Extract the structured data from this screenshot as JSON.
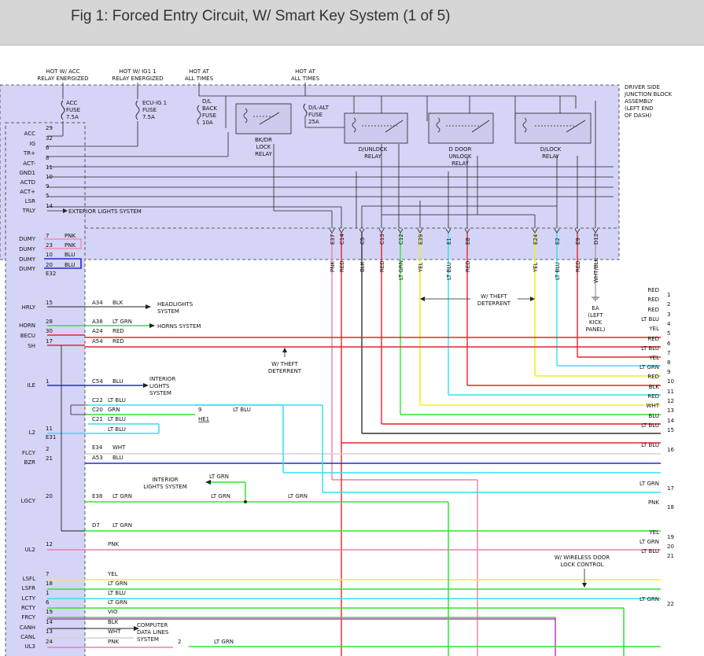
{
  "title": "Fig 1: Forced Entry Circuit, W/ Smart Key System (1 of 5)",
  "header_notes": [
    {
      "id": "acc",
      "lines": [
        "HOT W/ ACC",
        "RELAY ENERGIZED"
      ]
    },
    {
      "id": "ig1",
      "lines": [
        "HOT W/ IG1 1",
        "RELAY ENERGIZED"
      ]
    },
    {
      "id": "hot1",
      "lines": [
        "HOT AT",
        "ALL TIMES"
      ]
    },
    {
      "id": "hot2",
      "lines": [
        "HOT AT",
        "ALL TIMES"
      ]
    }
  ],
  "junction_block": {
    "lines": [
      "DRIVER SIDE",
      "JUNCTION BLOCK",
      "ASSEMBLY",
      "(LEFT END",
      "OF DASH)"
    ]
  },
  "fuses": [
    {
      "id": "acc",
      "lines": [
        "ACC",
        "FUSE",
        "7.5A"
      ]
    },
    {
      "id": "ecu",
      "lines": [
        "ECU-IG 1",
        "FUSE",
        "7.5A"
      ]
    },
    {
      "id": "dl",
      "lines": [
        "D/L",
        "BACK",
        "FUSE",
        "10A"
      ]
    },
    {
      "id": "dlalt",
      "lines": [
        "D/L-ALT",
        "FUSE",
        "25A"
      ]
    }
  ],
  "relays": [
    {
      "id": "bkdr",
      "lines": [
        "BK/DR",
        "LOCK",
        "RELAY"
      ]
    },
    {
      "id": "dunlock",
      "lines": [
        "D/UNLOCK",
        "RELAY"
      ]
    },
    {
      "id": "ddoor",
      "lines": [
        "D DOOR",
        "UNLOCK",
        "RELAY"
      ]
    },
    {
      "id": "dlock",
      "lines": [
        "D/LOCK",
        "RELAY"
      ]
    }
  ],
  "connector_pins": [
    {
      "id": "acc",
      "name": "ACC",
      "pin": "29"
    },
    {
      "id": "ig",
      "name": "IG",
      "pin": "32"
    },
    {
      "id": "tr",
      "name": "TR+",
      "pin": "6"
    },
    {
      "id": "act",
      "name": "ACT-",
      "pin": "8"
    },
    {
      "id": "gnd1",
      "name": "GND1",
      "pin": "11"
    },
    {
      "id": "actd",
      "name": "ACTD",
      "pin": "10"
    },
    {
      "id": "actp",
      "name": "ACT+",
      "pin": "9"
    },
    {
      "id": "lsr",
      "name": "LSR",
      "pin": "5"
    },
    {
      "id": "trly",
      "name": "TRLY",
      "pin": "14"
    },
    {
      "id": "dumy1",
      "name": "DUMY",
      "pin": "7"
    },
    {
      "id": "dumy2",
      "name": "DUMY",
      "pin": "23"
    },
    {
      "id": "dumy3",
      "name": "DUMY",
      "pin": "10"
    },
    {
      "id": "dumy4",
      "name": "DUMY",
      "pin": "20"
    },
    {
      "id": "hrly",
      "name": "HRLY",
      "pin": "15"
    },
    {
      "id": "horn",
      "name": "HORN",
      "pin": "28"
    },
    {
      "id": "becu",
      "name": "BECU",
      "pin": "30"
    },
    {
      "id": "sh",
      "name": "SH",
      "pin": "17"
    },
    {
      "id": "ile",
      "name": "ILE",
      "pin": "1"
    },
    {
      "id": "l2",
      "name": "L2",
      "pin": "11"
    },
    {
      "id": "flcy",
      "name": "FLCY",
      "pin": "2"
    },
    {
      "id": "bzr",
      "name": "BZR",
      "pin": "21"
    },
    {
      "id": "lgcy",
      "name": "LGCY",
      "pin": "20"
    },
    {
      "id": "ul2",
      "name": "UL2",
      "pin": "12"
    },
    {
      "id": "lsfl",
      "name": "LSFL",
      "pin": "7"
    },
    {
      "id": "lsfr",
      "name": "LSFR",
      "pin": "18"
    },
    {
      "id": "lcty",
      "name": "LCTY",
      "pin": "1"
    },
    {
      "id": "rcty",
      "name": "RCTY",
      "pin": "6"
    },
    {
      "id": "frcy",
      "name": "FRCY",
      "pin": "19"
    },
    {
      "id": "canh",
      "name": "CANH",
      "pin": "14"
    },
    {
      "id": "canl",
      "name": "CANL",
      "pin": "13"
    },
    {
      "id": "ul3",
      "name": "UL3",
      "pin": "24"
    }
  ],
  "connector_ids": {
    "e32": "E32",
    "e31": "E31"
  },
  "dumy_colors": [
    "PNK",
    "PNK",
    "BLU",
    "BLU"
  ],
  "side_labels": {
    "exterior": "EXTERIOR LIGHTS SYSTEM",
    "headlights": [
      "HEADLIGHTS",
      "SYSTEM"
    ],
    "horns": "HORNS SYSTEM",
    "interior": [
      "INTERIOR",
      "LIGHTS",
      "SYSTEM"
    ],
    "interior2": [
      "INTERIOR",
      "LIGHTS SYSTEM"
    ],
    "computer": [
      "COMPUTER",
      "DATA LINES",
      "SYSTEM"
    ],
    "theft_top": [
      "W/ THEFT",
      "DETERRENT"
    ],
    "theft_mid": [
      "W/ THEFT",
      "DETERRENT"
    ],
    "wireless": [
      "W/ WIRELESS DOOR",
      "LOCK CONTROL"
    ],
    "ea": [
      "EA",
      "(LEFT",
      "KICK",
      "PANEL)"
    ]
  },
  "wire_labels": {
    "hrly": "BLK",
    "horn": "LT GRN",
    "becu": "RED",
    "sh": "RED",
    "ile": "BLU",
    "c22": "LT BLU",
    "c20": "GRN",
    "c21": "LT BLU",
    "l2": "LT BLU",
    "he1": "LT BLU",
    "flcy": "WHT",
    "bzr": "BLU",
    "lgcy_a": "LT GRN",
    "lgcy_b": "LT GRN",
    "lgcy_c": "LT GRN",
    "lgcy_up": "LT GRN",
    "d7": "LT GRN",
    "ul2": "PNK",
    "lsfl": "YEL",
    "lsfr": "LT GRN",
    "lcty": "LT BLU",
    "rcty": "LT GRN",
    "frcy": "VIO",
    "canh": "BLK",
    "canl": "WHT",
    "ul3": "PNK",
    "ul3b": "LT GRN"
  },
  "inline_codes": {
    "a34": "A34",
    "a38": "A38",
    "a24": "A24",
    "a54": "A54",
    "c54": "C54",
    "c22": "C22",
    "c20": "C20",
    "c21": "C21",
    "e34": "E34",
    "a53": "A53",
    "e38": "E38",
    "d7": "D7",
    "he1": "HE1",
    "he1_pin": "9",
    "ul3_pin": "2"
  },
  "vertical_connectors": [
    {
      "code": "E37",
      "color": "PNK"
    },
    {
      "code": "C14",
      "color": "RED"
    },
    {
      "code": "C5",
      "color": "BLK"
    },
    {
      "code": "C13",
      "color": "RED"
    },
    {
      "code": "C12",
      "color": "LT GRN"
    },
    {
      "code": "E39",
      "color": "YEL"
    },
    {
      "code": "E1",
      "color": "LT BLU"
    },
    {
      "code": "E8",
      "color": "RED"
    },
    {
      "code": "E24",
      "color": "YEL"
    },
    {
      "code": "E2",
      "color": "LT BLU"
    },
    {
      "code": "E9",
      "color": "RED"
    },
    {
      "code": "D12",
      "color": "WHT/BLK"
    }
  ],
  "right_outputs": [
    {
      "n": "1",
      "c": "RED"
    },
    {
      "n": "2",
      "c": "RED"
    },
    {
      "n": "3",
      "c": "RED"
    },
    {
      "n": "4",
      "c": "LT BLU"
    },
    {
      "n": "5",
      "c": "YEL"
    },
    {
      "n": "6",
      "c": "RED"
    },
    {
      "n": "7",
      "c": "LT BLU"
    },
    {
      "n": "8",
      "c": "YEL"
    },
    {
      "n": "9",
      "c": "LT GRN"
    },
    {
      "n": "10",
      "c": "RED"
    },
    {
      "n": "11",
      "c": "BLK"
    },
    {
      "n": "12",
      "c": "RED"
    },
    {
      "n": "13",
      "c": "WHT"
    },
    {
      "n": "14",
      "c": "BLU"
    },
    {
      "n": "15",
      "c": "LT BLU"
    },
    {
      "n": "16",
      "c": "LT BLU"
    },
    {
      "n": "17",
      "c": "LT GRN"
    },
    {
      "n": "18",
      "c": "PNK"
    },
    {
      "n": "19",
      "c": "YEL"
    },
    {
      "n": "20",
      "c": "LT GRN"
    },
    {
      "n": "21",
      "c": "LT BLU"
    },
    {
      "n": "22",
      "c": "LT GRN"
    }
  ],
  "colors": {
    "RED": "#e8242a",
    "LTBLU": "#33e0f2",
    "YEL": "#f2ee2a",
    "LTGRN": "#2ee62e",
    "BLK": "#333333",
    "BLU": "#1f2bd6",
    "PNK": "#f07faa",
    "WHT": "#d2d2d2",
    "VIO": "#3bd33b",
    "GRN": "#1db81d",
    "panel": "#d4d4f6",
    "title_bg": "#d6d6d6"
  }
}
